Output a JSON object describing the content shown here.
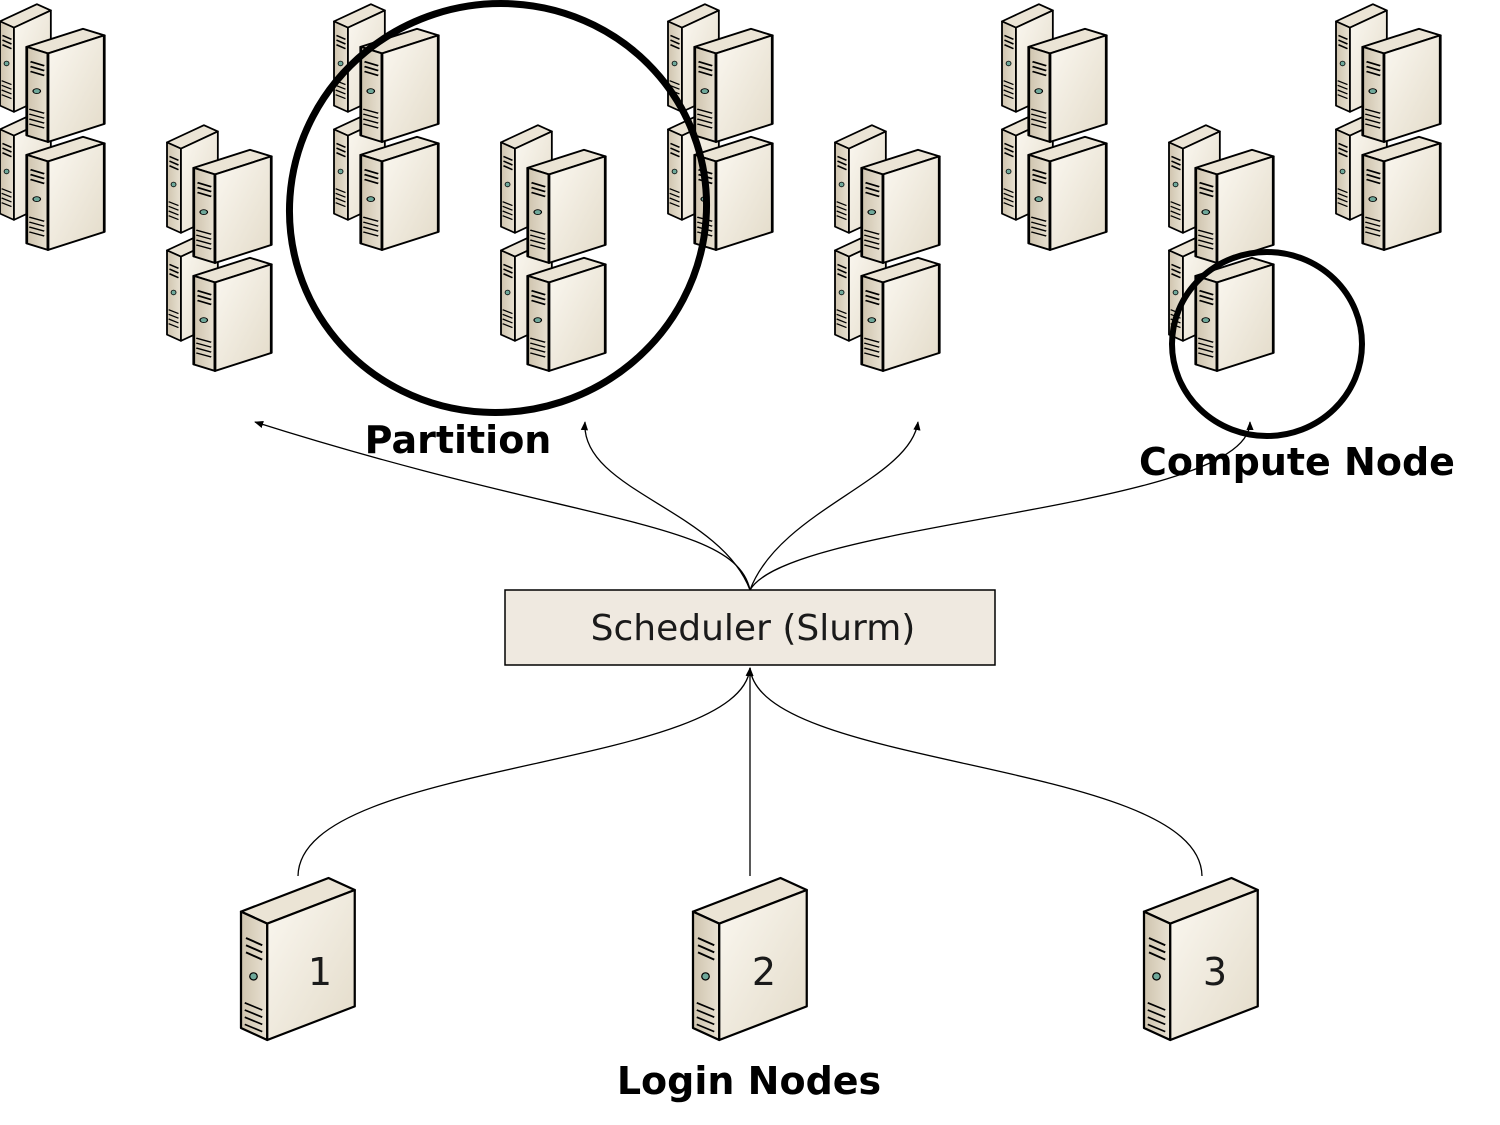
{
  "labels": {
    "partition": "Partition",
    "compute_node": "Compute Node",
    "login_nodes": "Login Nodes"
  },
  "scheduler": {
    "label": "Scheduler (Slurm)"
  },
  "login_nodes": [
    {
      "number": "1"
    },
    {
      "number": "2"
    },
    {
      "number": "3"
    }
  ],
  "colors": {
    "server_front": "#f3eee3",
    "server_side": "#ddd4c2",
    "server_top": "#ece6d8",
    "outline": "#000000",
    "scheduler_fill": "#efe9e0",
    "led": "#6fa89a"
  },
  "icons": {
    "compute_rack": "server-rack-icon",
    "login_server": "server-icon"
  }
}
